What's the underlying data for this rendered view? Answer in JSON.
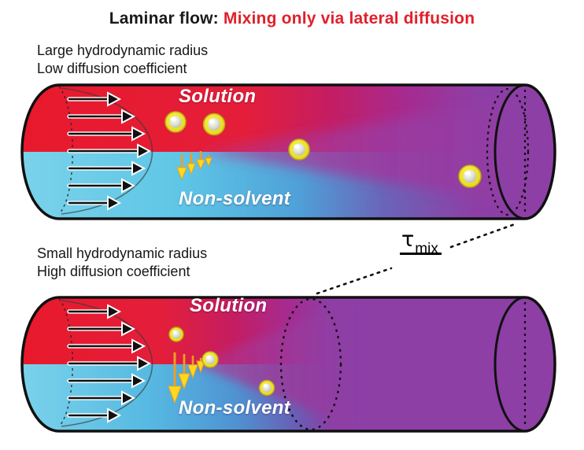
{
  "title": {
    "black_part": "Laminar flow:",
    "red_part": " Mixing only via lateral diffusion"
  },
  "panels": [
    {
      "caption_line1": "Large hydrodynamic radius",
      "caption_line2": "Low diffusion coefficient",
      "solution_label": "Solution",
      "nonsolvent_label": "Non-solvent"
    },
    {
      "caption_line1": "Small hydrodynamic radius",
      "caption_line2": "High diffusion coefficient",
      "solution_label": "Solution",
      "nonsolvent_label": "Non-solvent"
    }
  ],
  "tau_label": {
    "symbol": "τ",
    "subscript": "mix"
  },
  "icons": {
    "velocity_arrow": "black right-arrow with white halo (parabolic flow profile)",
    "diffusion_arrow": "small yellow down-arrow (lateral diffusion)",
    "particle": "yellow-ringed nanoparticle sphere"
  },
  "colors": {
    "solution_red": "#e8192c",
    "nonsolvent_cyan": "#74d0e9",
    "mixed_purple": "#8d3fa6",
    "title_red": "#e0202a",
    "particle_yellow": "#f2e838",
    "diffusion_arrow_yellow": "#ffd91e",
    "outline_black": "#101010"
  }
}
